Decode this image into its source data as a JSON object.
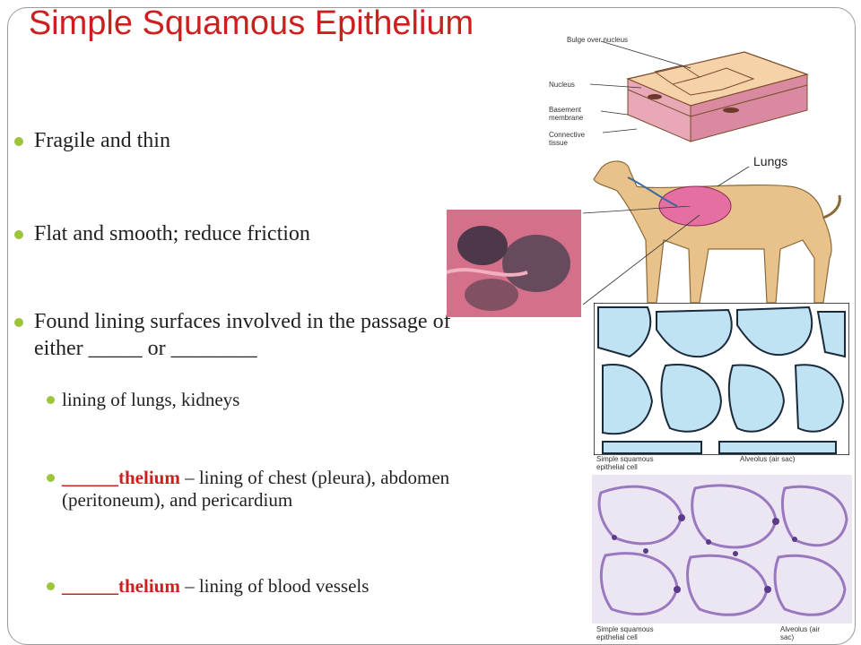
{
  "title": "Simple Squamous Epithelium",
  "bullets": [
    {
      "text": "Fragile and thin"
    },
    {
      "text": "Flat and smooth; reduce friction"
    },
    {
      "text": "Found lining surfaces involved in the passage of either _____ or ________"
    }
  ],
  "sub_bullets": [
    {
      "plain_before": "",
      "red": "",
      "plain_after": "lining of lungs, kidneys"
    },
    {
      "plain_before": "",
      "red": "______thelium",
      "plain_after": " – lining of chest (pleura), abdomen (peritoneum), and pericardium"
    },
    {
      "plain_before": "",
      "red": "______thelium",
      "plain_after": " – lining of blood vessels"
    }
  ],
  "figure": {
    "labels": {
      "bulge": "Bulge over nucleus",
      "nucleus": "Nucleus",
      "basement": "Basement membrane",
      "connective": "Connective tissue",
      "lungs": "Lungs",
      "simple_squamous_1": "Simple squamous epithelial cell",
      "alveolus_1": "Alveolus (air sac)",
      "simple_squamous_2": "Simple squamous epithelial cell",
      "alveolus_2": "Alveolus (air sac)"
    }
  }
}
